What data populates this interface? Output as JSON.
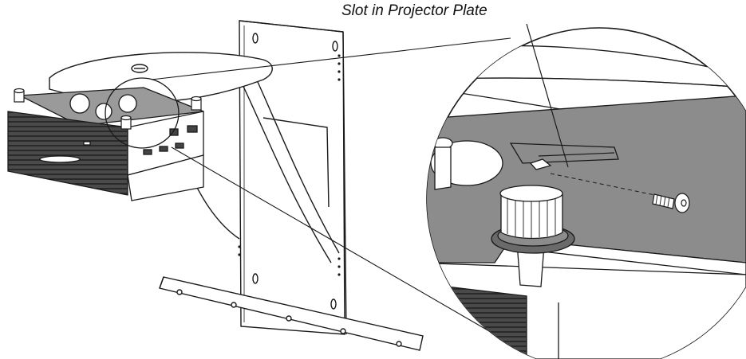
{
  "callout": {
    "label": "Slot in Projector Plate"
  },
  "colors": {
    "line": "#1a1a1a",
    "plate_gray": "#8c8c8c",
    "dark_gray": "#4a4a4a",
    "grille": "#3a3a3a",
    "light_fill": "#ffffff"
  },
  "icons": [
    "magnifier-circle",
    "screw",
    "knob"
  ]
}
